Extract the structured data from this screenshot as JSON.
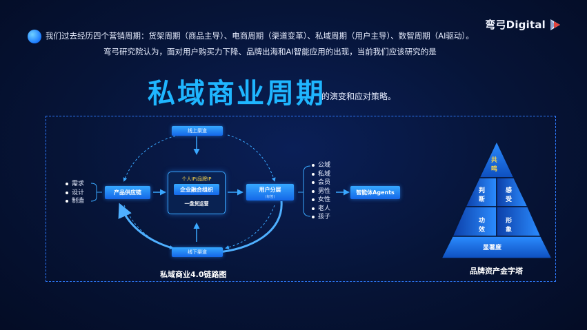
{
  "brand": {
    "name": "弯弓Digital"
  },
  "intro": {
    "line1": "我们过去经历四个营销周期：货架周期（商品主导）、电商周期（渠道变革）、私域周期（用户主导）、数智周期（AI驱动）。",
    "line2": "弯弓研究院认为，面对用户购买力下降、品牌出海和AI智能应用的出现，当前我们应该研究的是"
  },
  "headline": {
    "main": "私域商业周期",
    "suffix": "的演变和应对策略。"
  },
  "diagram": {
    "caption": "私域商业4.0链路图",
    "left_list": [
      "需求",
      "设计",
      "制造"
    ],
    "supply_chain": "产品供应链",
    "online_channel": "线上渠道",
    "offline_channel": "线下渠道",
    "core": {
      "top": "个人IP/品牌IP",
      "middle": "企业融合组织",
      "bottom": "一盘货运营"
    },
    "user_layer": {
      "label": "用户分层",
      "sub": "(标签)"
    },
    "right_list": [
      "公域",
      "私域",
      "会员",
      "男性",
      "女性",
      "老人",
      "孩子"
    ],
    "agents": "智能体Agents"
  },
  "pyramid": {
    "caption": "品牌资产金字塔",
    "top": "共\n鸣",
    "left_mid": "判\n断",
    "right_mid": "感\n受",
    "left_low": "功\n效",
    "right_low": "形\n象",
    "base": "显著度",
    "colors": {
      "top": "#ffd94a",
      "text": "#ffffff",
      "tier_dark": "#0e4fbf",
      "tier_light": "#2b8cff"
    }
  },
  "colors": {
    "accent": "#1fb6ff",
    "frame": "#2e7bff",
    "box": "#1a7af0"
  }
}
